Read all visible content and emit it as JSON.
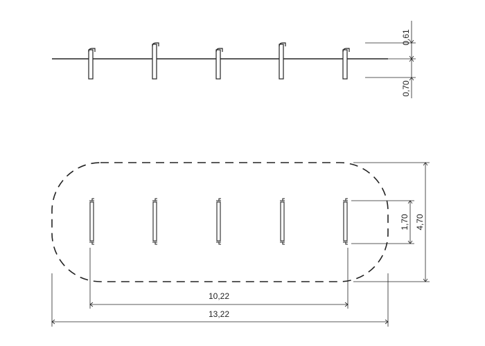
{
  "elevation_view": {
    "dimensions": {
      "height_above_ground": "0,61",
      "depth_below_ground": "0,70"
    }
  },
  "plan_view": {
    "dimensions": {
      "post_length": "1,70",
      "safety_zone_width": "4,70",
      "post_spacing_total": "10,22",
      "safety_zone_length": "13,22"
    }
  },
  "post_count": 5,
  "colors": {
    "line": "#222222",
    "background": "#ffffff"
  }
}
